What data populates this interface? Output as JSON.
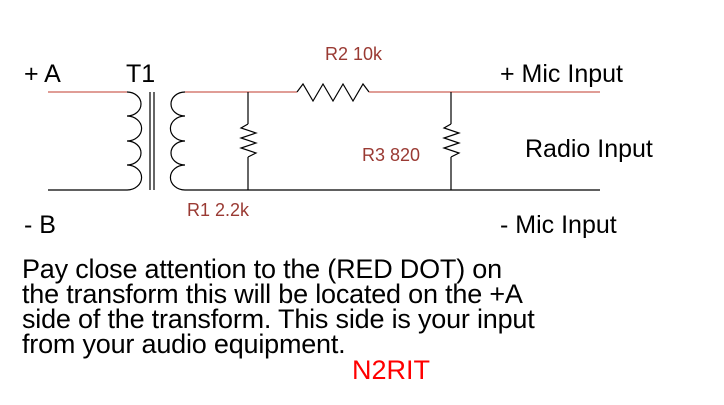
{
  "diagram": {
    "labels": {
      "plus_a": "+ A",
      "minus_b": "- B",
      "transformer": "T1",
      "plus_mic": "+ Mic Input",
      "radio_input": "Radio Input",
      "minus_mic": "- Mic Input"
    },
    "components": {
      "r1": "R1 2.2k",
      "r2": "R2 10k",
      "r3": "R3 820"
    },
    "colors": {
      "wire_top": "#c23b2e",
      "wire_bottom": "#000000",
      "component_label": "#9a3a33",
      "signature": "#ff0000"
    }
  },
  "note": {
    "lines": [
      "Pay close attention to the (RED DOT) on",
      "the transform this will be located on the +A",
      "side of the transform. This side is your input",
      "from your audio equipment."
    ]
  },
  "signature": "N2RIT"
}
